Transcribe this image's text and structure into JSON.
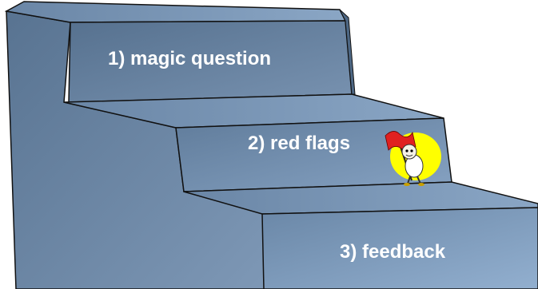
{
  "steps": [
    {
      "label": "1) magic question"
    },
    {
      "label": "2) red flags"
    },
    {
      "label": "3) feedback"
    }
  ],
  "mascot": {
    "icon": "flag-bearer-mascot-icon",
    "flag_color": "#e02020",
    "badge_color": "#ffff00"
  },
  "colors": {
    "step_face_dark": "#5a7594",
    "step_face_light": "#89a6c6",
    "side_wall": "#6f88a7",
    "tread": "#7591b2",
    "outline": "#111111"
  }
}
